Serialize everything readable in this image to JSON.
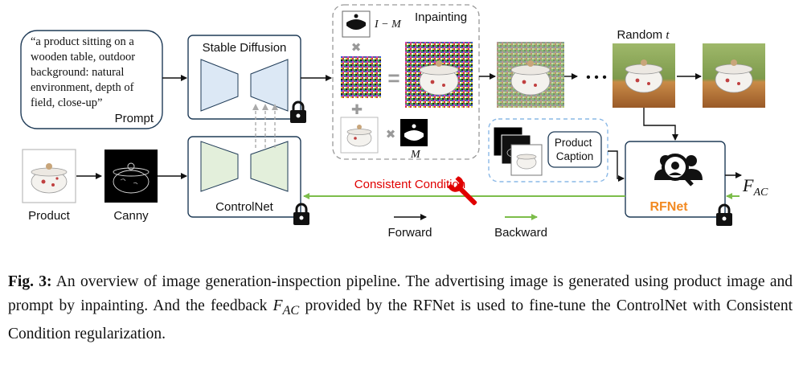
{
  "prompt": {
    "lines": [
      "“a product sitting on a",
      "wooden table, outdoor",
      "background:   natural",
      "environment, depth of",
      "field, close-up”"
    ],
    "label": "Prompt"
  },
  "stable_diffusion": {
    "label": "Stable Diffusion"
  },
  "controlnet": {
    "label": "ControlNet"
  },
  "inpainting": {
    "label": "Inpainting",
    "mask_inverse_label": "I − M",
    "mask_label": "M",
    "times_symbol": "✖",
    "equals_symbol": "=",
    "plus_symbol": "✚"
  },
  "product": {
    "label": "Product"
  },
  "canny": {
    "label": "Canny"
  },
  "sequence": {
    "ellipsis": "• • •",
    "random_t_prefix": "Random ",
    "random_t_var": "t"
  },
  "product_caption": {
    "line1": "Product",
    "line2": "Caption"
  },
  "consistent_condition": {
    "label": "Consistent Condition"
  },
  "rfnet": {
    "label": "RFNet"
  },
  "feedback": {
    "symbol": "F",
    "subscript": "AC"
  },
  "legend": {
    "forward": "Forward",
    "backward": "Backward"
  },
  "colors": {
    "controlnet_green": "#7cbd4a",
    "rfnet_orange": "#f28a22",
    "consistent_red": "#e00000",
    "box_border": "#1f3b57",
    "sd_fill": "#dce8f5",
    "cn_fill": "#e3efdb"
  },
  "caption": {
    "label": "Fig. 3:",
    "part1": " An overview of image generation-inspection pipeline. The advertising image is generated using product image and prompt by inpainting. And the feedback ",
    "sym": "F",
    "sub": "AC",
    "part2": " provided by the RFNet is used to fine-tune the ControlNet with Consistent Condition regularization."
  }
}
